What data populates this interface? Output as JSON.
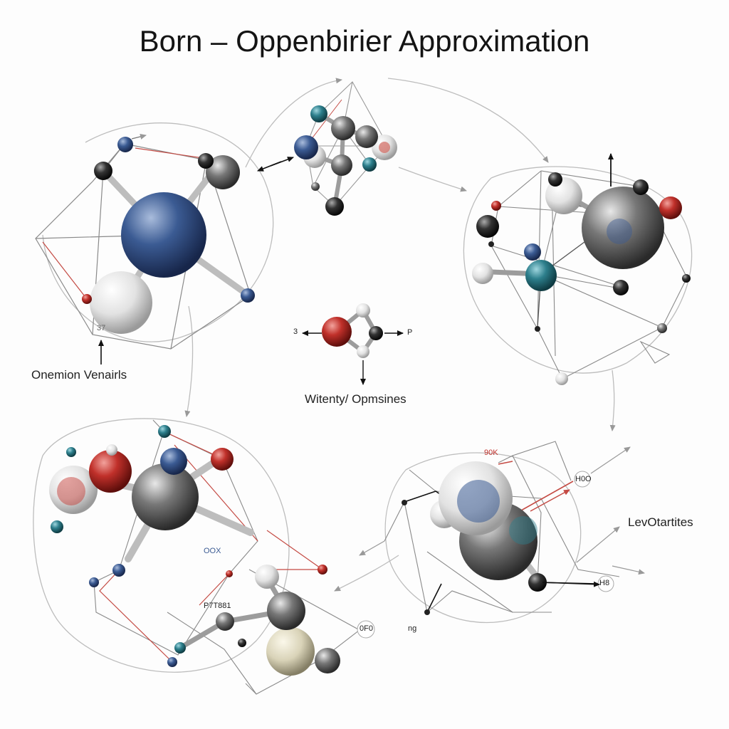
{
  "title": "Born – Oppenbirier Approximation",
  "labels": {
    "left_caption": "Onemion Venairls",
    "center_caption": "Witenty/ Opmsines",
    "right_caption": "LevOtartites",
    "center_left_tag": "3",
    "center_right_tag": "P",
    "tag_37": "37",
    "tag_90k": "90K",
    "tag_h00": "H0O",
    "tag_oox": "OOX",
    "tag_p7t881": "P7T881",
    "tag_0f0": "0F0",
    "tag_h8": "H8",
    "tag_ng": "ng"
  },
  "colors": {
    "blue": "#3b5b93",
    "red": "#c0302a",
    "teal": "#2d7f8c",
    "gray": "#6b6b6b",
    "light": "#e4e4e4",
    "cream": "#d9d3b8",
    "line": "#8a8a8a",
    "red_line": "#c44a43"
  }
}
